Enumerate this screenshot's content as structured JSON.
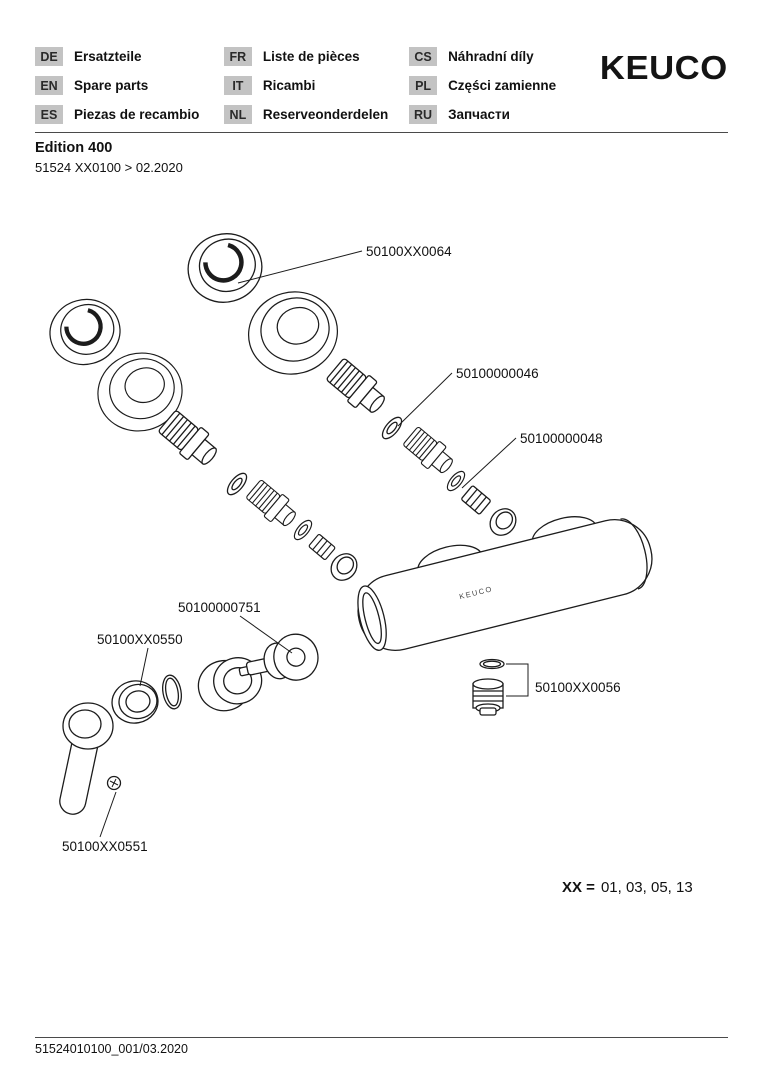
{
  "header": {
    "brand": "KEUCO",
    "languages": [
      {
        "code": "DE",
        "label": "Ersatzteile"
      },
      {
        "code": "EN",
        "label": "Spare parts"
      },
      {
        "code": "ES",
        "label": "Piezas de recambio"
      },
      {
        "code": "FR",
        "label": "Liste de pièces"
      },
      {
        "code": "IT",
        "label": "Ricambi"
      },
      {
        "code": "NL",
        "label": "Reserveonderdelen"
      },
      {
        "code": "CS",
        "label": "Náhradní díly"
      },
      {
        "code": "PL",
        "label": "Części zamienne"
      },
      {
        "code": "RU",
        "label": "Запчасти"
      }
    ]
  },
  "product": {
    "series": "Edition 400",
    "code": "51524 XX0100 > 02.2020"
  },
  "diagram": {
    "body_imprint": "KEUCO",
    "labels": {
      "p0064": "50100XX0064",
      "p0046": "50100000046",
      "p0048": "50100000048",
      "p0751": "50100000751",
      "p0550": "50100XX0550",
      "p0056": "50100XX0056",
      "p0551": "50100XX0551"
    },
    "variants": {
      "prefix": "XX =",
      "values": "01, 03, 05, 13"
    }
  },
  "footer": {
    "document_number": "51524010100_001/03.2020"
  },
  "colors": {
    "language_badge_bg": "#c3c3c3",
    "line_color": "#1c1c1c",
    "background": "#ffffff"
  }
}
